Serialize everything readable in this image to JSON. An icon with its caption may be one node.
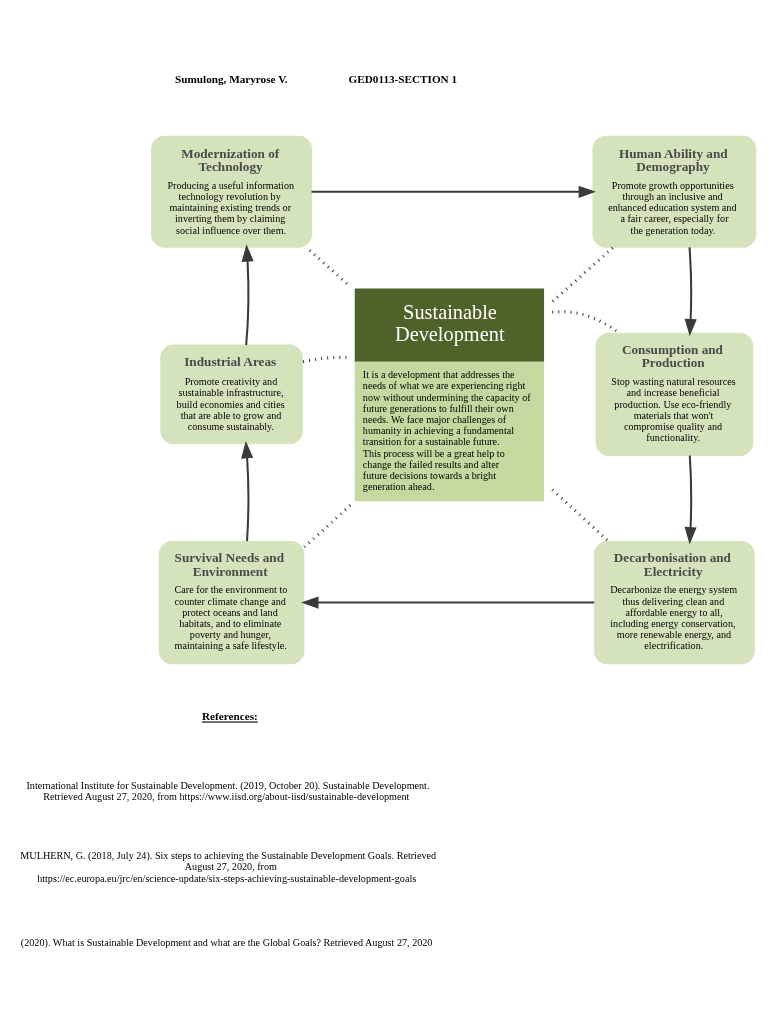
{
  "diagram": {
    "nodes": [
      {
        "text": [
          "Modernization of Technology",
          "Producing a useful information technology revolution by maintaining existing trends or inverting them by claiming social influence over them."
        ]
      },
      {
        "text": [
          "Human Ability and Demography",
          "Promote growth opportunities through an inclusive and enhanced education system and a fair career, especially for the generation today."
        ]
      },
      {
        "text": [
          "Sustainable Development",
          "It is a development that addresses the needs of what we are experiencing right now without undermining the capacity of future generations to fulfill their own needs. We face major challenges of humanity in achieving a fundamental transition for a sustainable future. This process will be a great help to change the failed results and alter future decisions towards a bright generation ahead."
        ]
      },
      {
        "text": [
          "Industrial Areas",
          "Promote creativity and sustainable infrastructure, build economies and cities that are able to grow and consume sustainably."
        ]
      },
      {
        "text": [
          "Consumption and Production",
          "Stop wasting natural resources and increase beneficial production. Use eco-friendly materials that won't compromise quality and functionality."
        ]
      },
      {
        "text": [
          "Survival Needs and Environment",
          "Care for the environment to counter climate change and protect oceans and land habitats, and to eliminate poverty and hunger, maintaining a safe lifestyle."
        ]
      },
      {
        "text": [
          "Decarbonisation and Electricity",
          "Decarbonize the energy system thus delivering clean and affordable energy to all, including energy conservation, more renewable energy, and electrification."
        ]
      }
    ],
    "edges": [
      {
        "from": 0,
        "to": 1,
        "arrow": "to"
      },
      {
        "from": 1,
        "to": 4,
        "arrow": "to"
      },
      {
        "from": 4,
        "to": 6,
        "arrow": "to"
      },
      {
        "from": 6,
        "to": 5,
        "arrow": "to"
      },
      {
        "from": 5,
        "to": 3,
        "arrow": "to"
      },
      {
        "from": 3,
        "to": 0,
        "arrow": "to"
      },
      {
        "from": 2,
        "to": 0,
        "arrow": "none",
        "style": "dashed"
      },
      {
        "from": 2,
        "to": 1,
        "arrow": "none",
        "style": "dashed"
      },
      {
        "from": 2,
        "to": 3,
        "arrow": "none",
        "style": "dashed"
      },
      {
        "from": 2,
        "to": 4,
        "arrow": "none",
        "style": "dashed"
      },
      {
        "from": 2,
        "to": 5,
        "arrow": "none",
        "style": "dashed"
      },
      {
        "from": 2,
        "to": 6,
        "arrow": "none",
        "style": "dashed"
      }
    ],
    "labels": [
      "Sumulong, Maryrose V.",
      "GED0113-SECTION 1",
      "References:",
      "International Institute for Sustainable Development. (2019, October 20). Sustainable Development. Retrieved August 27, 2020, from https://www.iisd.org/about-iisd/sustainable-development",
      "MULHERN, G. (2018, July 24). Six steps to achieving the Sustainable Development Goals. Retrieved August 27, 2020, from https://ec.europa.eu/jrc/en/science-update/six-steps-achieving-sustainable-development-goals",
      "(2020). What is Sustainable Development and what are the Global Goals? Retrieved August 27, 2020"
    ]
  }
}
